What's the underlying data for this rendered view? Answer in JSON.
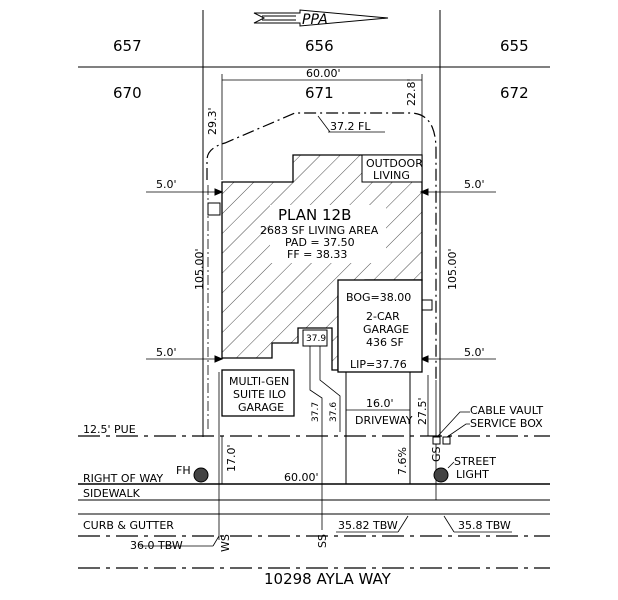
{
  "header": {
    "ppa": "PPA"
  },
  "lots": {
    "top_left": "657",
    "top_mid": "656",
    "top_right": "655",
    "left": "670",
    "subject": "671",
    "right": "672"
  },
  "dims": {
    "width_top": "60.00'",
    "left_corner": "29.3'",
    "right_corner": "22.8'",
    "fl": "37.2 FL",
    "setback_top_left": "5.0'",
    "setback_top_right": "5.0'",
    "setback_bot_left": "5.0'",
    "setback_bot_right": "5.0'",
    "depth_left": "105.00'",
    "depth_right": "105.00'",
    "driveway_width": "16.0'",
    "drive_dim": "27.5'",
    "front_setback": "17.0'",
    "frontage": "60.00'",
    "slope": "7.6%",
    "elev_37_9": "37.9",
    "elev_37_7": "37.7",
    "elev_37_6": "37.6"
  },
  "house": {
    "plan": "PLAN 12B",
    "area": "2683 SF LIVING AREA",
    "pad": "PAD = 37.50",
    "ff": "FF = 38.33",
    "outdoor_1": "OUTDOOR",
    "outdoor_2": "LIVING",
    "bog": "BOG=38.00",
    "garage_1": "2-CAR",
    "garage_2": "GARAGE",
    "garage_3": "436 SF",
    "lip": "LIP=37.76",
    "mg_1": "MULTI-GEN",
    "mg_2": "SUITE ILO",
    "mg_3": "GARAGE",
    "driveway": "DRIVEWAY"
  },
  "utilities": {
    "cable_vault": "CABLE VAULT",
    "service_box": "SERVICE BOX",
    "street_light_1": "STREET",
    "street_light_2": "LIGHT",
    "fh": "FH",
    "ws": "WS",
    "ss": "SS",
    "gs": "GS"
  },
  "street": {
    "pue": "12.5' PUE",
    "row": "RIGHT OF WAY",
    "sidewalk": "SIDEWALK",
    "curb": "CURB & GUTTER",
    "tbw_left": "36.0 TBW",
    "tbw_mid": "35.82 TBW",
    "tbw_right": "35.8 TBW",
    "address": "10298 AYLA WAY"
  }
}
